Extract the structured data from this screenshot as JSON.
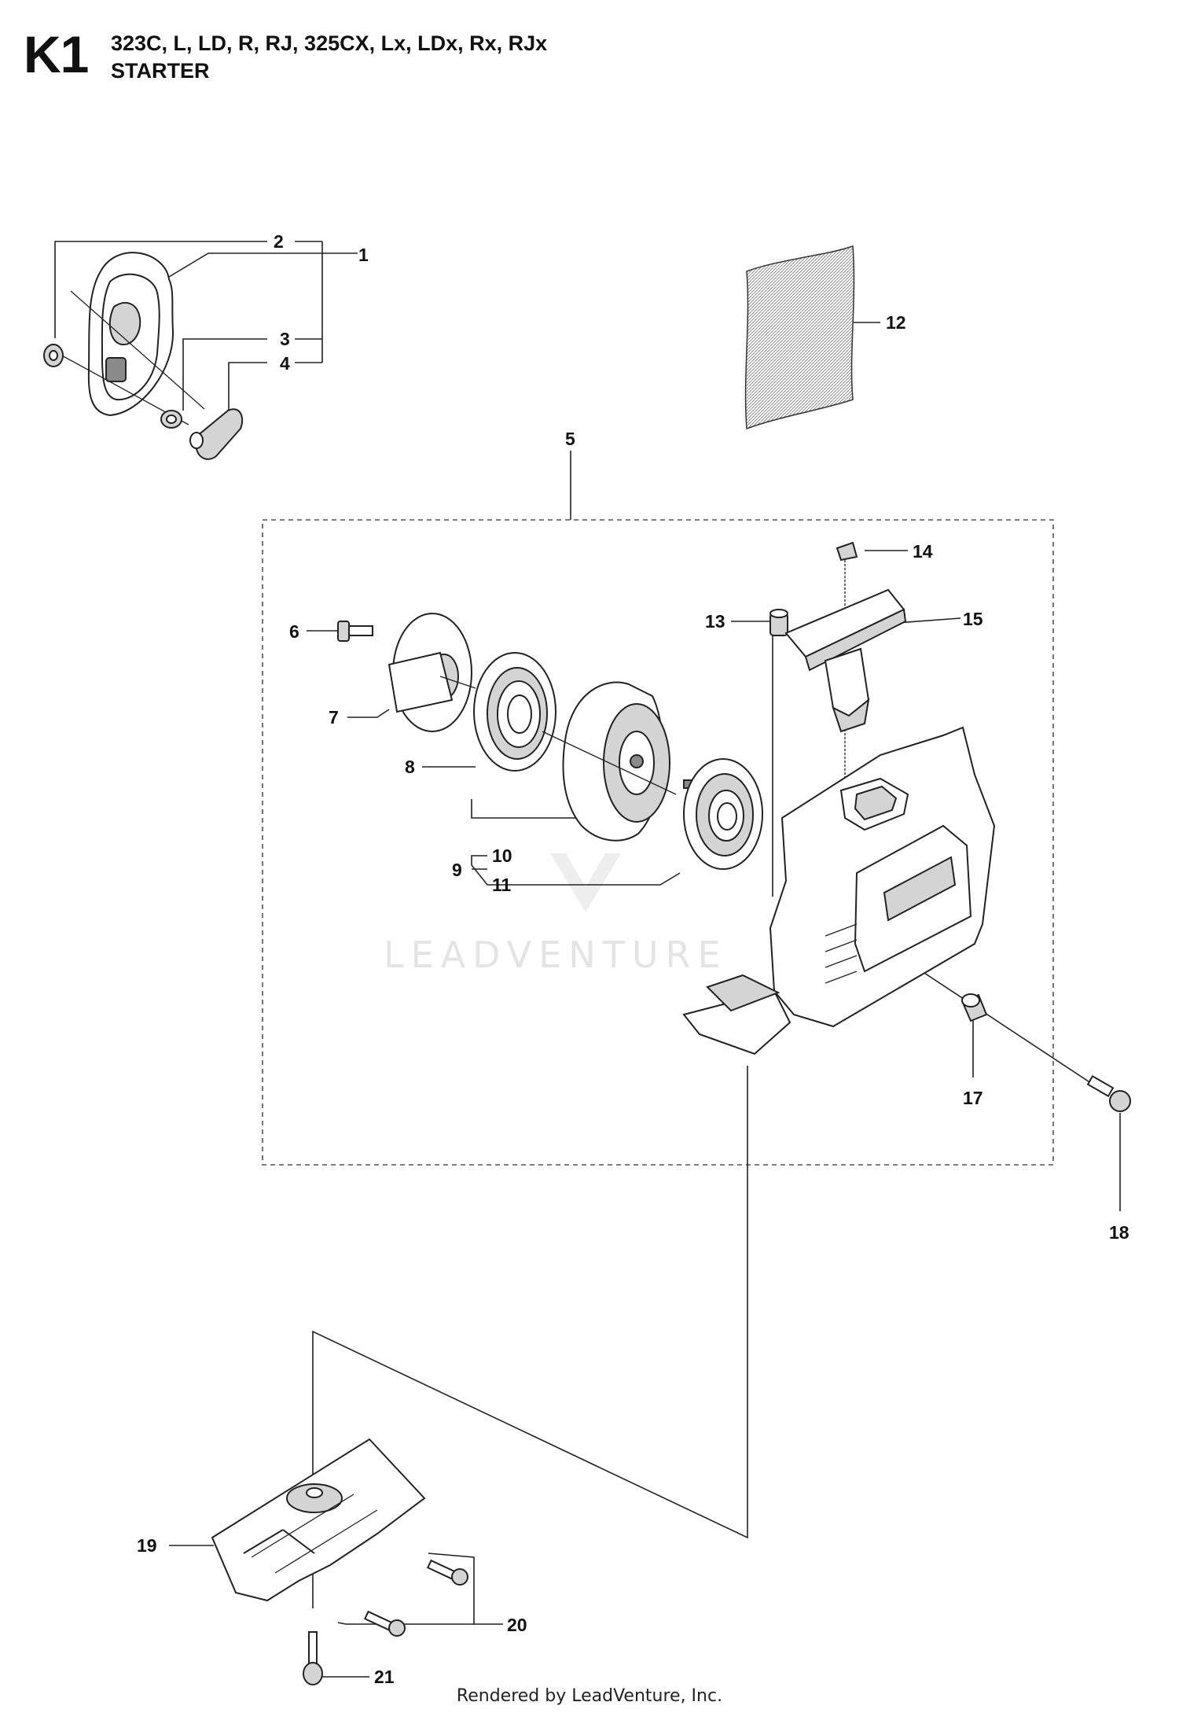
{
  "header": {
    "section_code": "K1",
    "models": "323C, L, LD, R, RJ, 325CX, Lx, LDx, Rx, RJx",
    "title": "STARTER"
  },
  "callouts": [
    "1",
    "2",
    "3",
    "4",
    "5",
    "6",
    "7",
    "8",
    "9",
    "10",
    "11",
    "12",
    "13",
    "14",
    "15",
    "17",
    "18",
    "19",
    "20",
    "21"
  ],
  "watermark": "LEADVENTURE",
  "footer": "Rendered by LeadVenture, Inc."
}
